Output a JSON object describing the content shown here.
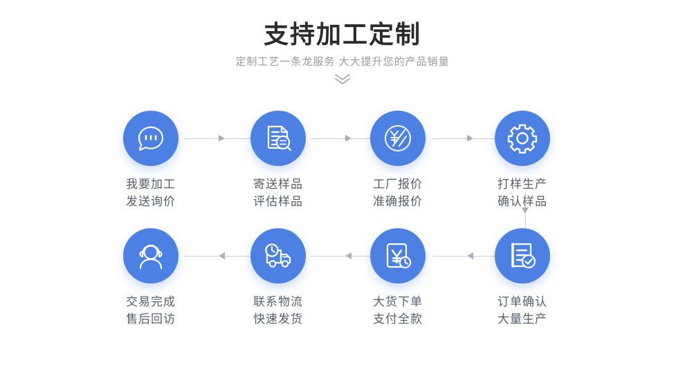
{
  "header": {
    "title": "支持加工定制",
    "subtitle": "定制工艺一条龙服务  大大提升您的产品销量",
    "chevron_icon": "double-chevron-down-icon"
  },
  "colors": {
    "circle_blue": "#4c80e3",
    "label_gray": "#565e6b",
    "subtitle_gray": "#9a9a9a",
    "title_black": "#2b2b2b",
    "connector_gray": "#c9cdd4",
    "arrowhead_gray": "#a9aeb8"
  },
  "flow": {
    "top_row": [
      {
        "icon": "chat-bubble-icon",
        "line1": "我要加工",
        "line2": "发送询价"
      },
      {
        "icon": "document-search-icon",
        "line1": "寄送样品",
        "line2": "评估样品"
      },
      {
        "icon": "yuan-price-circle-icon",
        "line1": "工厂报价",
        "line2": "准确报价"
      },
      {
        "icon": "gear-icon",
        "line1": "打样生产",
        "line2": "确认样品"
      }
    ],
    "bottom_row": [
      {
        "icon": "headset-support-icon",
        "line1": "交易完成",
        "line2": "售后回访"
      },
      {
        "icon": "delivery-truck-clock-icon",
        "line1": "联系物流",
        "line2": "快速发货"
      },
      {
        "icon": "yuan-invoice-clock-icon",
        "line1": "大货下单",
        "line2": "支付全款"
      },
      {
        "icon": "document-check-icon",
        "line1": "订单确认",
        "line2": "大量生产"
      }
    ],
    "connectors": {
      "top_direction": "right",
      "bottom_direction": "left",
      "vertical_direction": "down"
    }
  }
}
